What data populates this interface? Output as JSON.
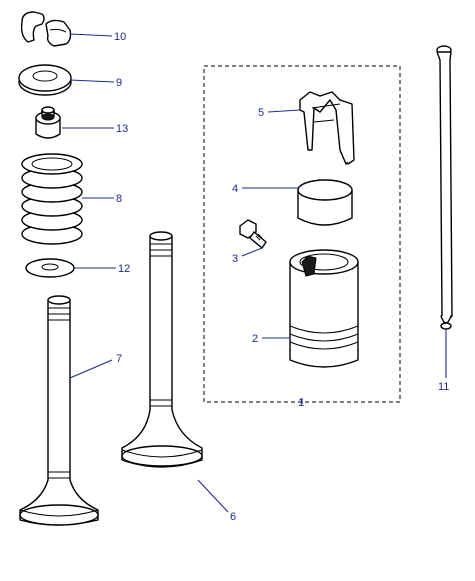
{
  "callouts": {
    "c1": "1",
    "c2": "2",
    "c3": "3",
    "c4": "4",
    "c5": "5",
    "c6": "6",
    "c7": "7",
    "c8": "8",
    "c9": "9",
    "c10": "10",
    "c11": "11",
    "c12": "12",
    "c13": "13"
  },
  "colors": {
    "callout": "#1f2a8c",
    "line": "#000000",
    "background": "#ffffff"
  }
}
